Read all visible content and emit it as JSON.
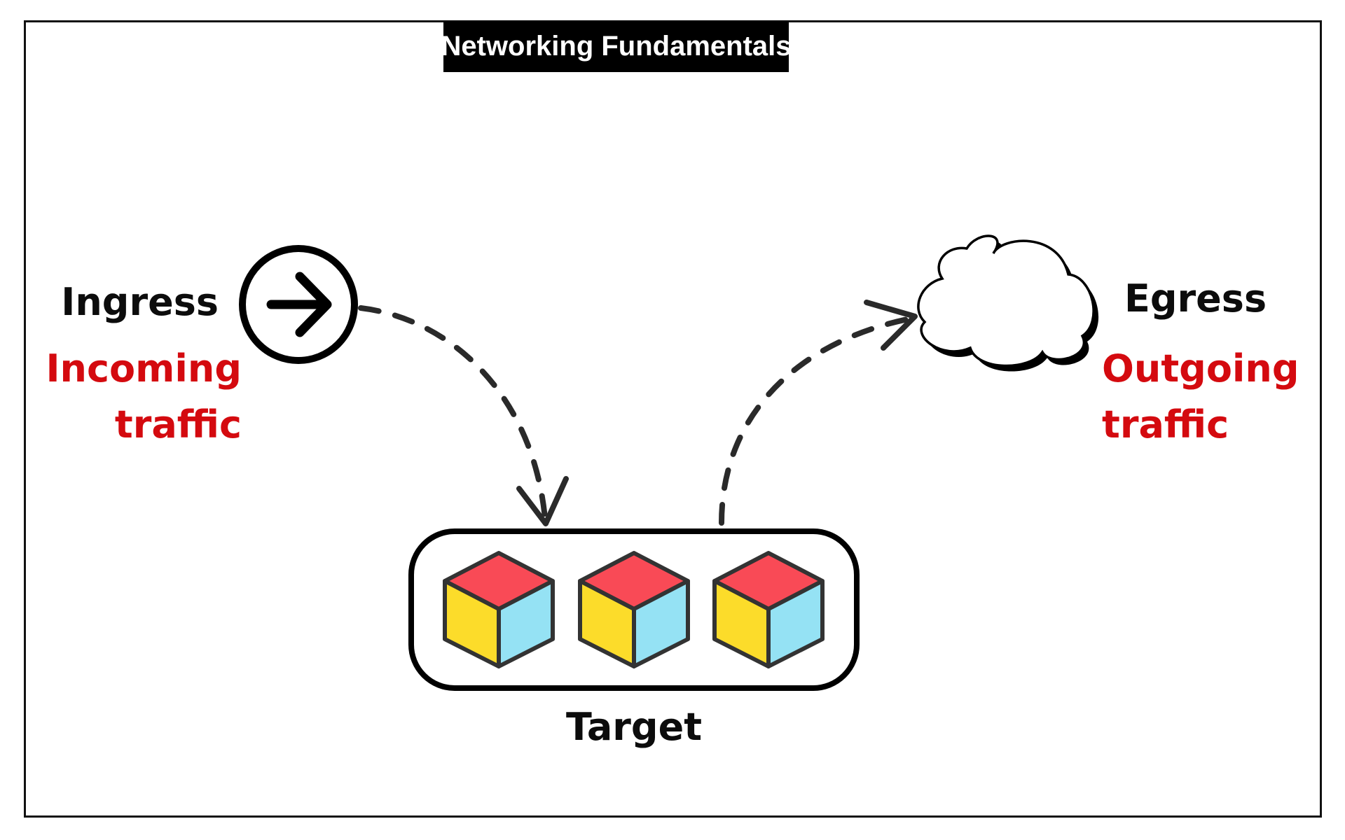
{
  "title": "Networking Fundamentals",
  "ingress": {
    "label": "Ingress",
    "description_line1": "Incoming",
    "description_line2": "traffic",
    "icon": "arrow-right-circle-icon"
  },
  "egress": {
    "label": "Egress",
    "description_line1": "Outgoing",
    "description_line2": "traffic",
    "icon": "cloud-icon"
  },
  "target": {
    "label": "Target",
    "cube_count": 3,
    "icon": "cube-icon"
  },
  "flows": [
    {
      "from": "Ingress",
      "to": "Target",
      "style": "dashed"
    },
    {
      "from": "Target",
      "to": "Egress",
      "style": "dashed"
    }
  ],
  "colors": {
    "accent_red_text": "#d40a0f",
    "cube_top": "#f94a56",
    "cube_left": "#fcdc2a",
    "cube_right": "#95e2f4",
    "cube_stroke": "#333333",
    "line": "#2a2a2a",
    "title_bg": "#000000",
    "title_text": "#ffffff"
  }
}
